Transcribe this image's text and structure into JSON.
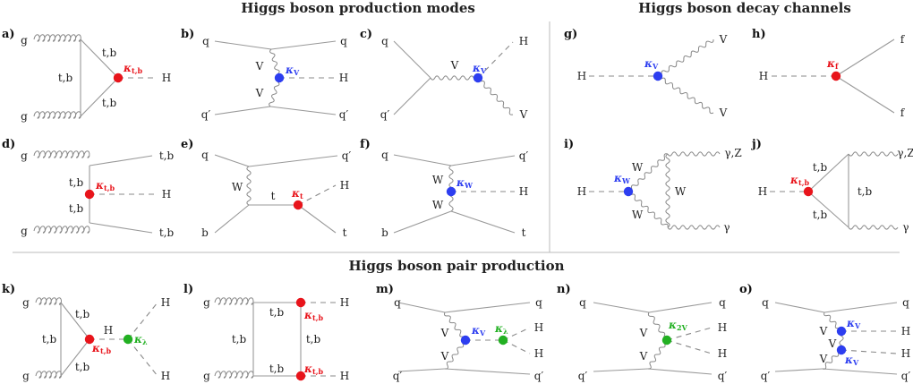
{
  "colors": {
    "red": "#e8141b",
    "blue": "#2d3ef0",
    "green": "#22b022",
    "line": "#999999",
    "text": "#222222"
  },
  "sections": {
    "production": "Higgs boson production modes",
    "decay": "Higgs boson decay channels",
    "pair": "Higgs boson pair production"
  },
  "panels": {
    "a": {
      "label": "a)",
      "ext": [
        "g",
        "g",
        "H"
      ],
      "int": [
        "t,b",
        "t,b",
        "t,b"
      ],
      "kappa": {
        "sym": "κ",
        "sub": "t,b",
        "color": "red"
      }
    },
    "b": {
      "label": "b)",
      "ext": [
        "q",
        "q",
        "q′",
        "q′",
        "H"
      ],
      "int": [
        "V",
        "V"
      ],
      "kappa": {
        "sym": "κ",
        "sub": "V",
        "color": "blue"
      }
    },
    "c": {
      "label": "c)",
      "ext": [
        "q",
        "q′",
        "H",
        "V"
      ],
      "int": [
        "V"
      ],
      "kappa": {
        "sym": "κ",
        "sub": "V",
        "color": "blue"
      }
    },
    "d": {
      "label": "d)",
      "ext": [
        "g",
        "g",
        "t,b",
        "t,b",
        "H"
      ],
      "int": [
        "t,b",
        "t,b"
      ],
      "kappa": {
        "sym": "κ",
        "sub": "t,b",
        "color": "red"
      }
    },
    "e": {
      "label": "e)",
      "ext": [
        "q",
        "q′",
        "b",
        "H",
        "t"
      ],
      "int": [
        "W",
        "t"
      ],
      "kappa": {
        "sym": "κ",
        "sub": "t",
        "color": "red"
      }
    },
    "f": {
      "label": "f)",
      "ext": [
        "q",
        "q′",
        "b",
        "t",
        "H"
      ],
      "int": [
        "W",
        "W"
      ],
      "kappa": {
        "sym": "κ",
        "sub": "W",
        "color": "blue"
      }
    },
    "g": {
      "label": "g)",
      "ext": [
        "H",
        "V",
        "V"
      ],
      "kappa": {
        "sym": "κ",
        "sub": "V",
        "color": "blue"
      }
    },
    "h": {
      "label": "h)",
      "ext": [
        "H",
        "f",
        "f"
      ],
      "kappa": {
        "sym": "κ",
        "sub": "f",
        "color": "red"
      }
    },
    "i": {
      "label": "i)",
      "ext": [
        "H",
        "γ,Z",
        "γ"
      ],
      "int": [
        "W",
        "W",
        "W"
      ],
      "kappa": {
        "sym": "κ",
        "sub": "W",
        "color": "blue"
      }
    },
    "j": {
      "label": "j)",
      "ext": [
        "H",
        "γ,Z",
        "γ"
      ],
      "int": [
        "t,b",
        "t,b",
        "t,b"
      ],
      "kappa": {
        "sym": "κ",
        "sub": "t,b",
        "color": "red"
      }
    },
    "k": {
      "label": "k)",
      "ext": [
        "g",
        "g",
        "H",
        "H"
      ],
      "int": [
        "t,b",
        "t,b",
        "t,b",
        "H"
      ],
      "kappa": {
        "sym": "κ",
        "sub": "t,b",
        "color": "red"
      },
      "kappa2": {
        "sym": "κ",
        "sub": "λ",
        "color": "green"
      }
    },
    "l": {
      "label": "l)",
      "ext": [
        "g",
        "g",
        "H",
        "H"
      ],
      "int": [
        "t,b",
        "t,b",
        "t,b",
        "t,b"
      ],
      "kappa": {
        "sym": "κ",
        "sub": "t,b",
        "color": "red"
      },
      "kappa2": {
        "sym": "κ",
        "sub": "t,b",
        "color": "red"
      }
    },
    "m": {
      "label": "m)",
      "ext": [
        "q",
        "q",
        "q′",
        "q′",
        "H",
        "H"
      ],
      "int": [
        "V",
        "V"
      ],
      "kappa": {
        "sym": "κ",
        "sub": "V",
        "color": "blue"
      },
      "kappa2": {
        "sym": "κ",
        "sub": "λ",
        "color": "green"
      }
    },
    "n": {
      "label": "n)",
      "ext": [
        "q",
        "q",
        "q′",
        "q′",
        "H",
        "H"
      ],
      "int": [
        "V",
        "V"
      ],
      "kappa": {
        "sym": "κ",
        "sub": "2V",
        "color": "green"
      }
    },
    "o": {
      "label": "o)",
      "ext": [
        "q",
        "q",
        "q′",
        "q′",
        "H",
        "H"
      ],
      "int": [
        "V",
        "V",
        "V"
      ],
      "kappa": {
        "sym": "κ",
        "sub": "V",
        "color": "blue"
      },
      "kappa2": {
        "sym": "κ",
        "sub": "V",
        "color": "blue"
      }
    }
  }
}
